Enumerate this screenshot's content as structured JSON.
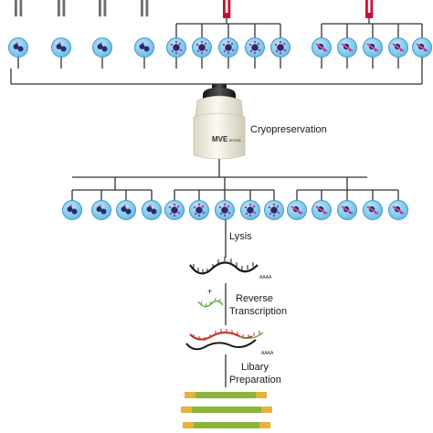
{
  "figure": {
    "labels": {
      "cryopreservation": "Cryopreservation",
      "lysis": "Lysis",
      "reverse_line1": "Reverse",
      "reverse_line2": "Transcription",
      "library_line1": "Libary",
      "library_line2": "Preparation",
      "polya": "AAAA",
      "plus": "+",
      "tank_brand": "MVE",
      "tank_sub": "BIOFAB"
    },
    "top_groups": [
      {
        "cells": 1,
        "stick": "gray",
        "cell_type": "naive"
      },
      {
        "cells": 1,
        "stick": "gray",
        "cell_type": "naive"
      },
      {
        "cells": 1,
        "stick": "gray",
        "cell_type": "naive"
      },
      {
        "cells": 1,
        "stick": "gray",
        "cell_type": "naive"
      },
      {
        "cells": 5,
        "stick": "red",
        "cell_type": "activated"
      },
      {
        "cells": 5,
        "stick": "red",
        "cell_type": "pink"
      }
    ],
    "lower_groups": [
      {
        "cells": 4,
        "cell_type": "naive"
      },
      {
        "cells": 5,
        "cell_type": "activated"
      },
      {
        "cells": 5,
        "cell_type": "pink"
      }
    ],
    "colors": {
      "cell_fill": "#7ec8ec",
      "cell_stroke": "#3a9ad0",
      "nucleus": "#2a2a6a",
      "gray_stick": "#6e6e6e",
      "red_stick": "#c8102e",
      "rna_black": "#1a1a1a",
      "rna_red": "#c42b2b",
      "primer_green": "#5aaa3c",
      "library_green": "#8cb43c",
      "library_yellow": "#e6b43c",
      "line": "#333333",
      "tank": "#f3f1e4"
    }
  }
}
